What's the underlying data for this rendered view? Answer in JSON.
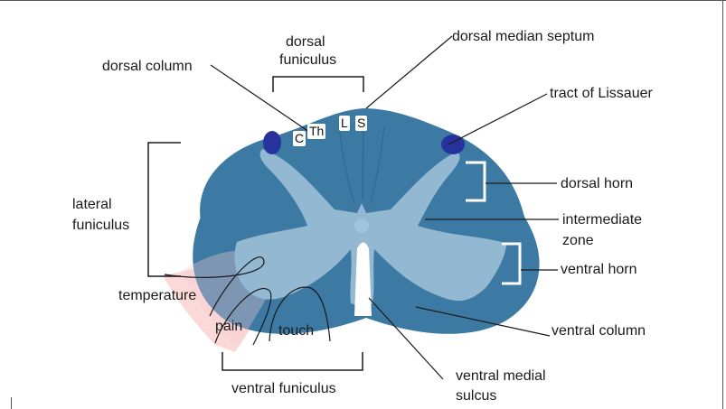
{
  "labels": {
    "dorsal_funiculus": [
      "dorsal",
      "funiculus"
    ],
    "dorsal_column": "dorsal column",
    "dorsal_median_septum": "dorsal median septum",
    "tract_of_lissauer": "tract of Lissauer",
    "lateral_funiculus": [
      "lateral",
      "funiculus"
    ],
    "dorsal_horn": "dorsal horn",
    "intermediate_zone": [
      "intermediate",
      "zone"
    ],
    "ventral_horn": "ventral horn",
    "temperature": "temperature",
    "pain": "pain",
    "touch": "touch",
    "ventral_column": "ventral column",
    "ventral_medial_sulcus": [
      "ventral medial",
      "sulcus"
    ],
    "ventral_funiculus": "ventral funiculus"
  },
  "segments": {
    "cervical": "C",
    "thoracic": "Th",
    "lumbar": "L",
    "sacral": "S"
  },
  "colors": {
    "white_matter": "#3c7aa3",
    "gray_matter": "#93b8d1",
    "lissauer_tract": "#27339c",
    "pain_temperature_zone": "#fbd9d9",
    "bracket_white": "#ffffff",
    "line": "#1a1a1a"
  }
}
